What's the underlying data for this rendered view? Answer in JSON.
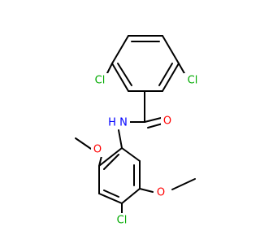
{
  "molecule": {
    "colors": {
      "bond": "#000000",
      "chlorine": "#00aa00",
      "oxygen": "#ff0000",
      "nitrogen": "#0000ff"
    },
    "atoms": [
      {
        "id": "cl_left",
        "label": "Cl",
        "element": "Cl"
      },
      {
        "id": "cl_right",
        "label": "Cl",
        "element": "Cl"
      },
      {
        "id": "n_amide",
        "label": "H N",
        "element": "N"
      },
      {
        "id": "o_carbonyl",
        "label": "O",
        "element": "O"
      },
      {
        "id": "o_methoxy_top",
        "label": "O",
        "element": "O"
      },
      {
        "id": "o_methoxy_right",
        "label": "O",
        "element": "O"
      },
      {
        "id": "cl_bottom",
        "label": "Cl",
        "element": "Cl"
      }
    ]
  }
}
